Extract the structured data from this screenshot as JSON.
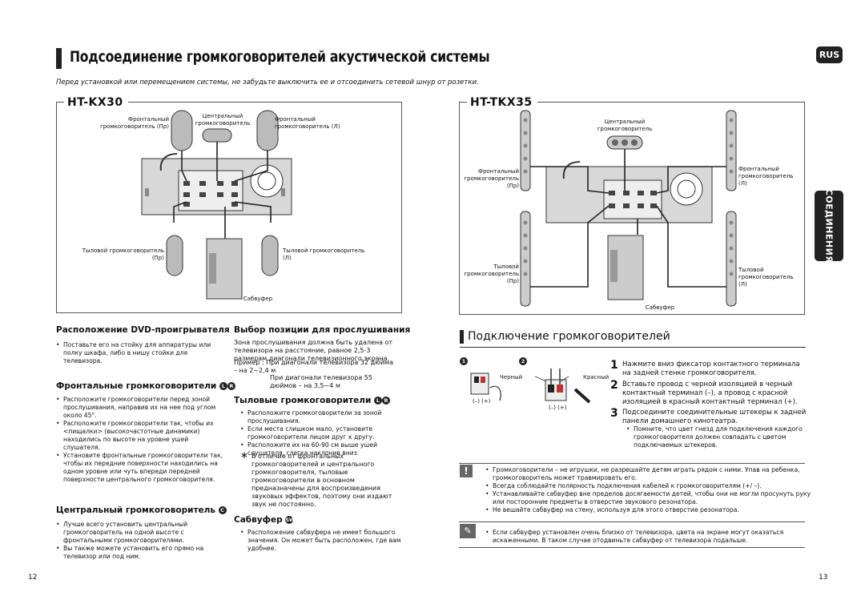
{
  "header": {
    "title": "Подсоединение громкоговорителей акустической системы",
    "lang_badge": "RUS",
    "notice": "Перед установкой или перемещением системы, не забудьте выключить ее и отсоединить сетевой шнур от розетки."
  },
  "side_tab": "СОЕДИНЕНИЯ",
  "diagram_kx30": {
    "model": "HT-KX30",
    "front_left_label": "Фронтальный громкоговоритель (Пр)",
    "center_label": "Центральный громкоговоритель",
    "front_right_label": "Фронтальный громкоговоритель (Л)",
    "rear_left_label": "Тыловой громкоговоритель (Пр)",
    "rear_right_label": "Тыловой громкоговоритель (Л)",
    "subwoofer_label": "Сабвуфер"
  },
  "diagram_tkx35": {
    "model": "HT-TKX35",
    "center_label": "Центральный громкоговоритель",
    "front_left_label": "Фронтальный громкоговоритель (Пр)",
    "front_right_label": "Фронтальный громкоговоритель (Л)",
    "rear_left_label": "Тыловой громкоговоритель (Пр)",
    "rear_right_label": "Тыловой громкоговоритель (Л)",
    "subwoofer_label": "Сабвуфер"
  },
  "dvd_placement": {
    "heading": "Расположение DVD-проигрывателя",
    "items": [
      "Поставьте его на стойку для аппаратуры или полку шкафа, либо в нишу стойки для телевизора."
    ]
  },
  "front_speakers": {
    "heading": "Фронтальные громкоговорители",
    "badges": [
      "L",
      "R"
    ],
    "items": [
      "Расположите громкоговорители перед зоной прослушивания, направив их на нее под углом около 45°.",
      "Расположите громкоговорители так, чтобы их <пищалки> (высокочастотные динамики) находились по высоте на уровне ушей слушателя.",
      "Установите фронтальные громкоговорители так, чтобы их передние поверхности находились на одном уровне или чуть впереди передней поверхности центрального громкоговорителя."
    ]
  },
  "center_speaker": {
    "heading": "Центральный громкоговоритель",
    "badge": "C",
    "items": [
      "Лучше всего установить центральный громкоговоритель на одной высоте с фронтальными громкоговорителями.",
      "Вы также можете установить его прямо на телевизор или под ним."
    ]
  },
  "listening_position": {
    "heading": "Выбор позиции для прослушивания",
    "text": "Зона прослушивания должна быть удалена от телевизора на расстояние, равное 2,5-3 размерам диагонали телевизионного экрана.",
    "example_1": "Пример : При диагонали телевизора 32 дюйма – на 2~2,4 м",
    "example_2": "При диагонали телевизора 55 дюймов – на 3,5~4 м"
  },
  "rear_speakers": {
    "heading": "Тыловые громкоговорители",
    "badges": [
      "L",
      "R"
    ],
    "items": [
      "Расположите громкоговорители за зоной прослушивания.",
      "Если места слишком мало, установите громкоговорители лицом друг к другу.",
      "Расположите их на 60-90 см выше ушей слушателя, слегка наклонив вниз."
    ],
    "note_mark": "∗",
    "note": "В отличие от фронтальных громкоговорителей и центрального громкоговорителя, тыловые громкоговорители в основном предназначены для воспроизведения звуковых эффектов, поэтому они издают звук не постоянно."
  },
  "subwoofer": {
    "heading": "Сабвуфер",
    "badge": "SW",
    "items": [
      "Расположение сабвуфера не имеет большого значения. Он может быть расположен, где вам удобнее."
    ]
  },
  "connect": {
    "heading": "Подключение громкоговорителей",
    "fig_1": "1",
    "fig_2": "2",
    "black_label": "Черный",
    "red_label": "Красный",
    "polarity": "(–) (+)",
    "steps": [
      {
        "n": "1",
        "text": "Нажмите вниз фиксатор контактного терминала на задней стенке громкоговорителя."
      },
      {
        "n": "2",
        "text": "Вставьте провод с черной изоляцией в черный контактный терминал (–), а провод с красной изоляцией в красный контактный терминал (+)."
      },
      {
        "n": "3",
        "text": "Подсоедините соединительные штекеры к задней панели домашнего кинотеатра."
      }
    ],
    "step3_note": "Помните, что цвет гнезд для подключения каждого громкоговорителя должен совпадать с цветом подключаемых штекеров."
  },
  "caution": {
    "items": [
      "Громкоговорители – не игрушки, не разрешайте детям играть рядом с ними. Упав на ребенка, громкоговоритель может травмировать его.",
      "Всегда соблюдайте полярность подключения кабелей к громкоговорителям (+/ –).",
      "Устанавливайте сабвуфер вне пределов досягаемости детей, чтобы они не могли просунуть руку или посторонние предметы в отверстие звукового резонатора.",
      "Не вешайте сабвуфер на стену, используя для этого отверстие резонатора."
    ]
  },
  "note": {
    "items": [
      "Если сабвуфер установлен очень близко от телевизора, цвета на экране могут оказаться искаженными. В таком случае отодвиньте сабвуфер от телевизора подальше."
    ]
  },
  "pages": {
    "left": "12",
    "right": "13"
  }
}
